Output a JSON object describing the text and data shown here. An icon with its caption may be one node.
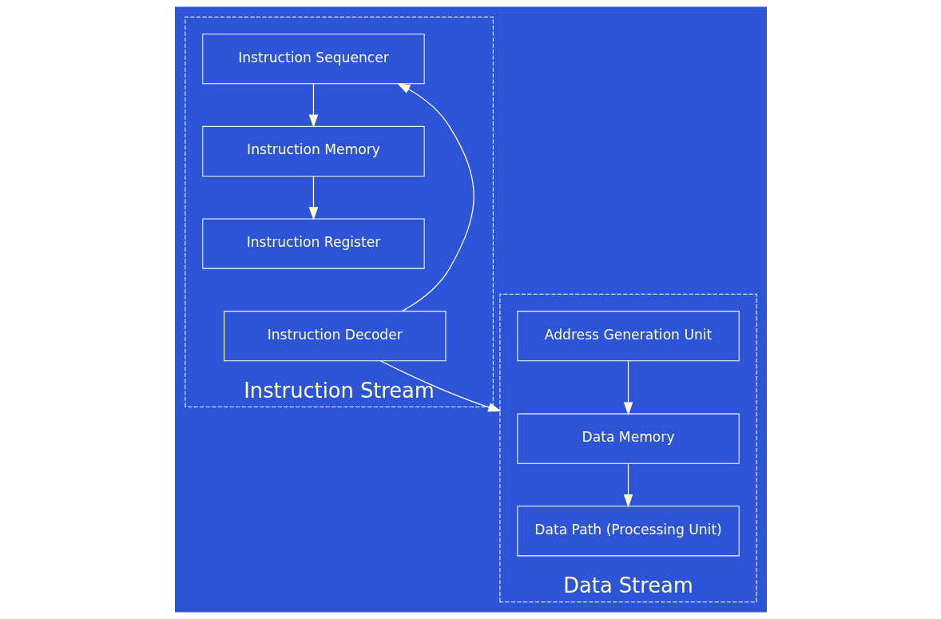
{
  "diagram": {
    "nodes": [
      {
        "text": [
          "Instruction Stream"
        ]
      },
      {
        "text": [
          "Instruction Sequencer"
        ],
        "in": 0
      },
      {
        "text": [
          "Instruction Memory"
        ],
        "in": 0
      },
      {
        "text": [
          "Instruction Register"
        ],
        "in": 0
      },
      {
        "text": [
          "Instruction Decoder"
        ],
        "in": 0
      },
      {
        "text": [
          "Data Stream"
        ]
      },
      {
        "text": [
          "Address Generation Unit"
        ],
        "in": 5
      },
      {
        "text": [
          "Data Memory"
        ],
        "in": 5
      },
      {
        "text": [
          "Data Path (Processing Unit)"
        ],
        "in": 5
      }
    ],
    "edges": [
      {
        "from": 1,
        "to": 2,
        "arrow": "to"
      },
      {
        "from": 2,
        "to": 3,
        "arrow": "to"
      },
      {
        "from": 4,
        "to": 1,
        "arrow": "to"
      },
      {
        "from": 6,
        "to": 7,
        "arrow": "to"
      },
      {
        "from": 7,
        "to": 8,
        "arrow": "to"
      },
      {
        "from": 4,
        "to": 5,
        "arrow": "to"
      }
    ]
  }
}
